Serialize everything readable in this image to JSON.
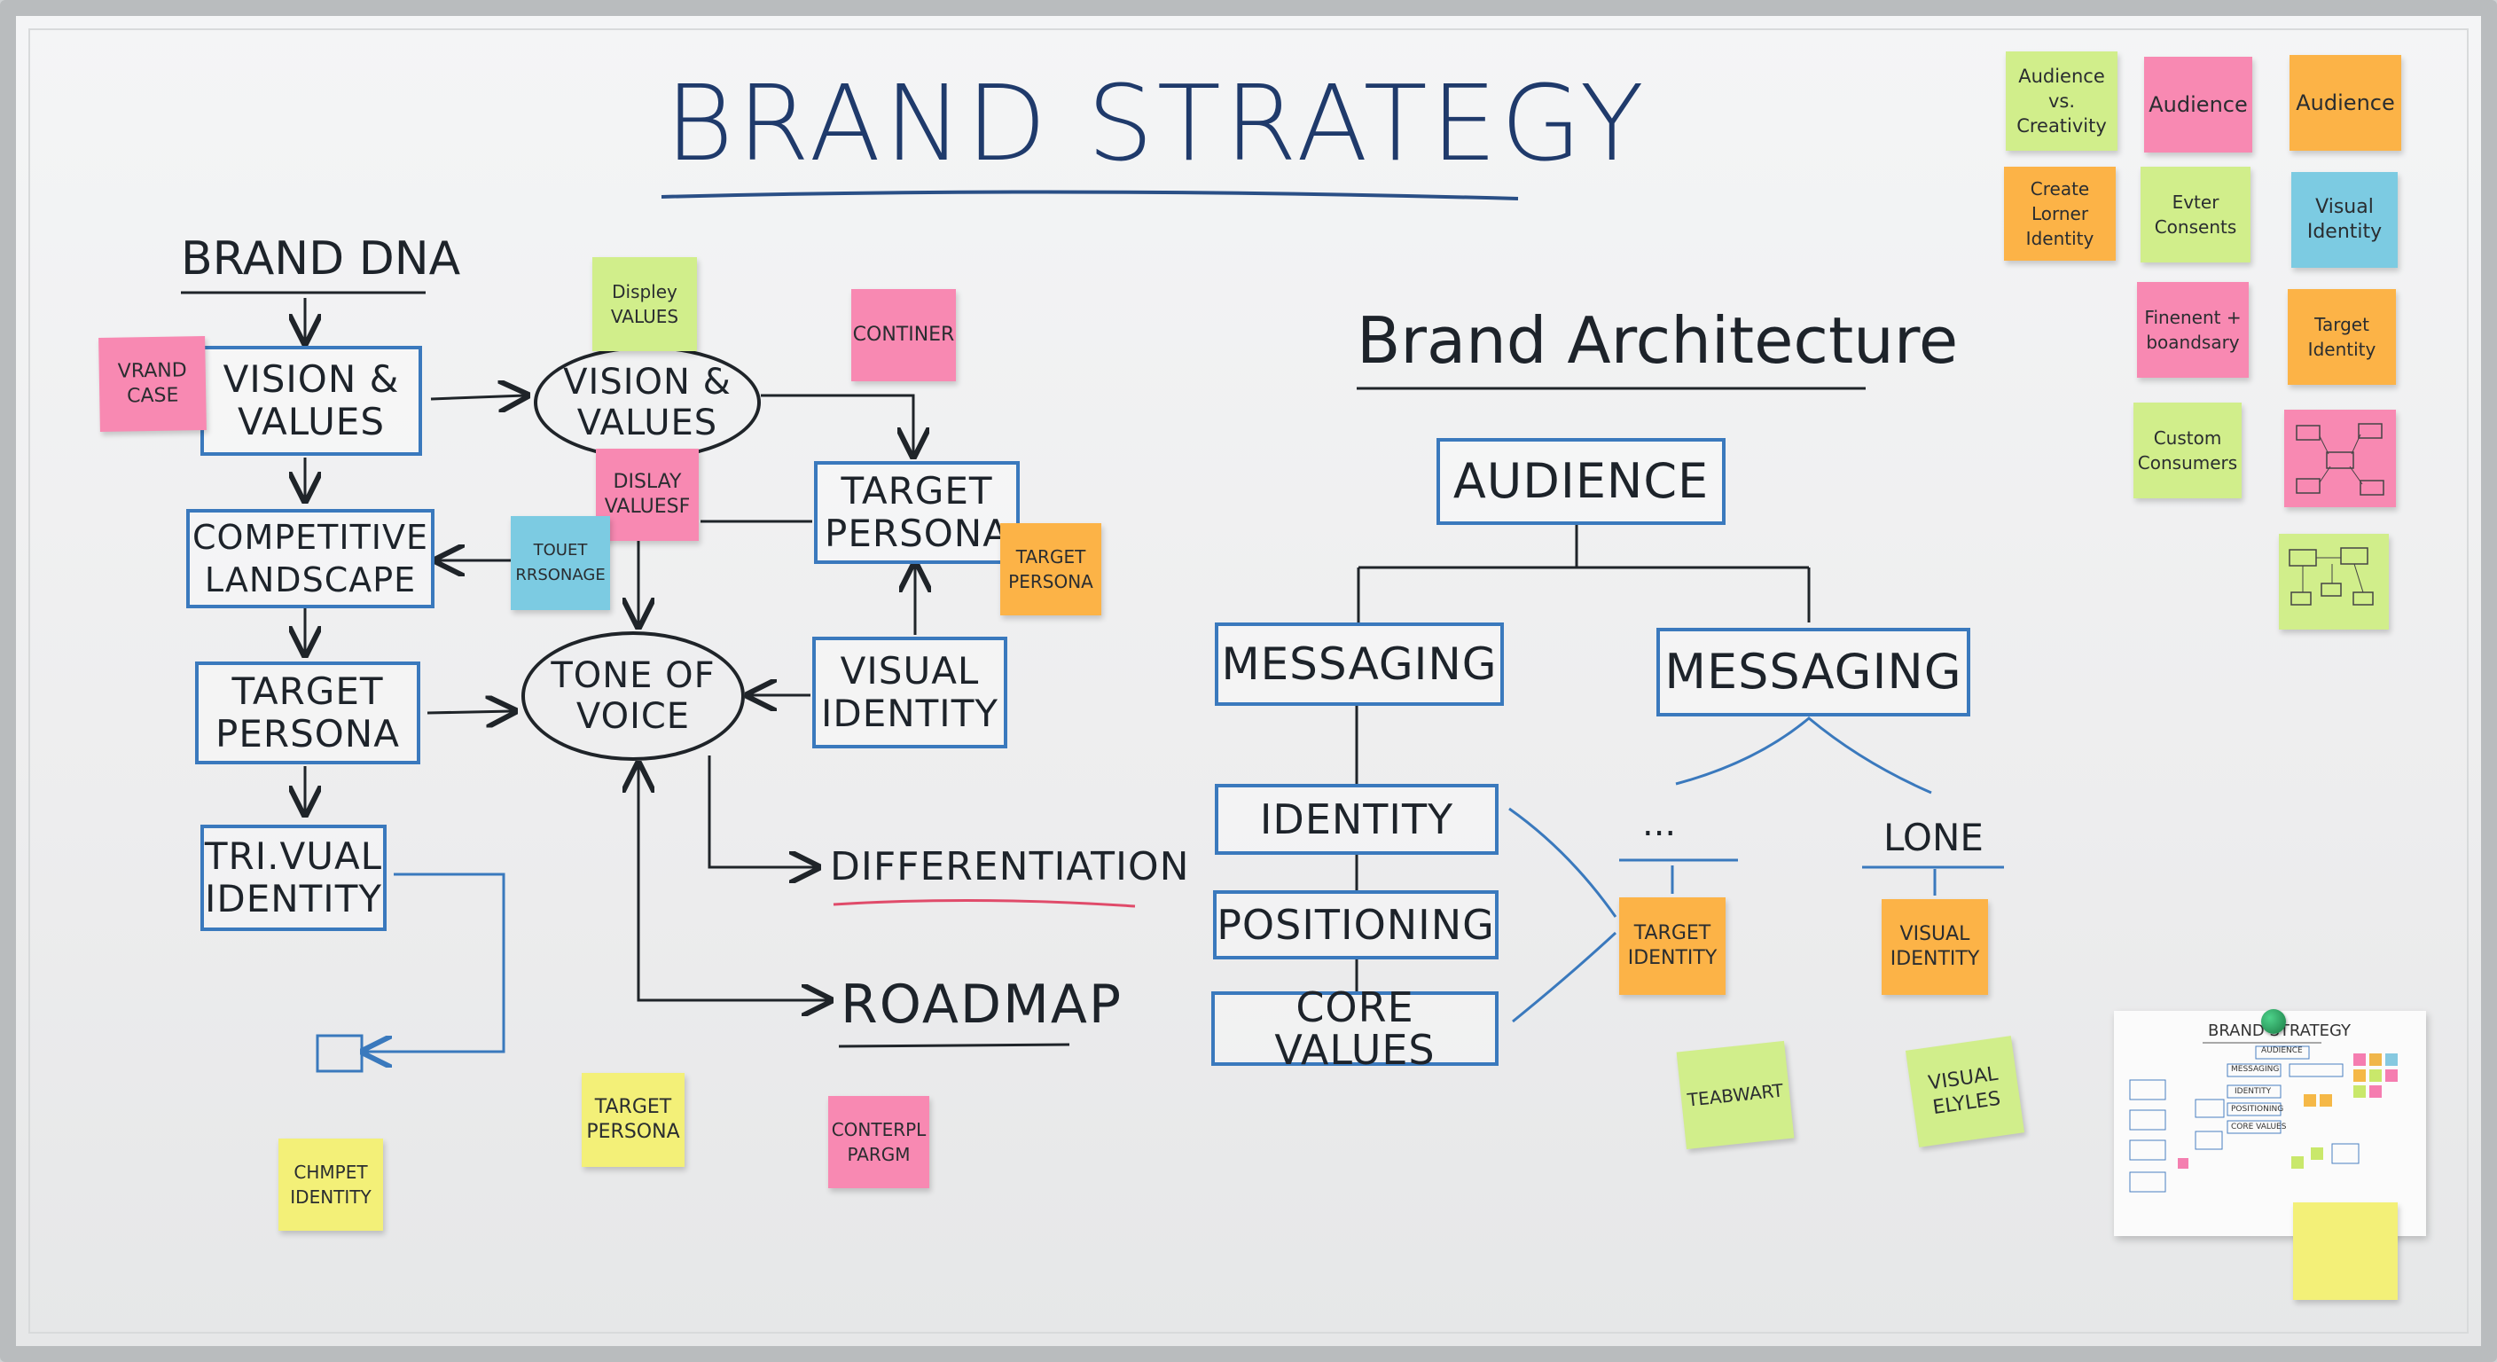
{
  "title": "BRAND STRATEGY",
  "left_flow": {
    "heading": "BRAND DNA",
    "boxes": {
      "vision_values": "VISION & VALUES",
      "competitive_landscape": "COMPETITIVE LANDSCAPE",
      "target_persona": "TARGET PERSONA",
      "trivual_identity": "TRI.VUAL IDENTITY",
      "target_persona_right": "TARGET PERSONA",
      "visual_identity": "VISUAL IDENTITY"
    },
    "ellipses": {
      "vision_values": "VISION & VALUES",
      "tone_of_voice": "TONE OF VOICE"
    },
    "outputs": {
      "differentiation": "DIFFERENTIATION",
      "roadmap": "ROADMAP"
    }
  },
  "notes_left": {
    "vrand_case": "VRAND CASE",
    "displey_values": "Displey VALUES",
    "continer": "CONTINER",
    "dislay_valuesf": "DISLAY VALUESF",
    "touet_rrsonage": "TOUET RRSONAGE",
    "target_persona_note": "TARGET PERSONA",
    "target_persona_bottom": "TARGET PERSONA",
    "conterpl_pargm": "CONTERPL PARGM",
    "chmpet_identity": "CHMPET IDENTITY"
  },
  "architecture": {
    "heading": "Brand Architecture",
    "audience": "AUDIENCE",
    "messaging_left": "MESSAGING",
    "messaging_right": "MESSAGING",
    "identity": "IDENTITY",
    "positioning": "POSITIONING",
    "core_values": "CORE VALUES",
    "ellipsis": "...",
    "lone": "LONE",
    "target_identity_note": "TARGET IDENTITY",
    "visual_identity_note": "VISUAL IDENTITY",
    "teabwart_note": "TEABWART",
    "visual_elyles_note": "VISUAL ELYLES"
  },
  "notes_right": {
    "audience_vs_creativity": "Audience vs. Creativity",
    "audience_pink": "Audience",
    "audience_orange": "Audience",
    "create_lorner_identity": "Create Lorner Identity",
    "evter_consents": "Evter Consents",
    "visual_identity": "Visual Identity",
    "finenent_boandsary": "Finenent + boandsary",
    "target_identity": "Target Identity",
    "custom_consumers": "Custom Consumers"
  },
  "mini_diagram": {
    "title": "BRAND STRATEGY",
    "audience": "AUDIENCE",
    "messaging": "MESSAGING",
    "identity": "IDENTITY",
    "positioning": "POSITIONING",
    "core_values": "CORE VALUES"
  }
}
